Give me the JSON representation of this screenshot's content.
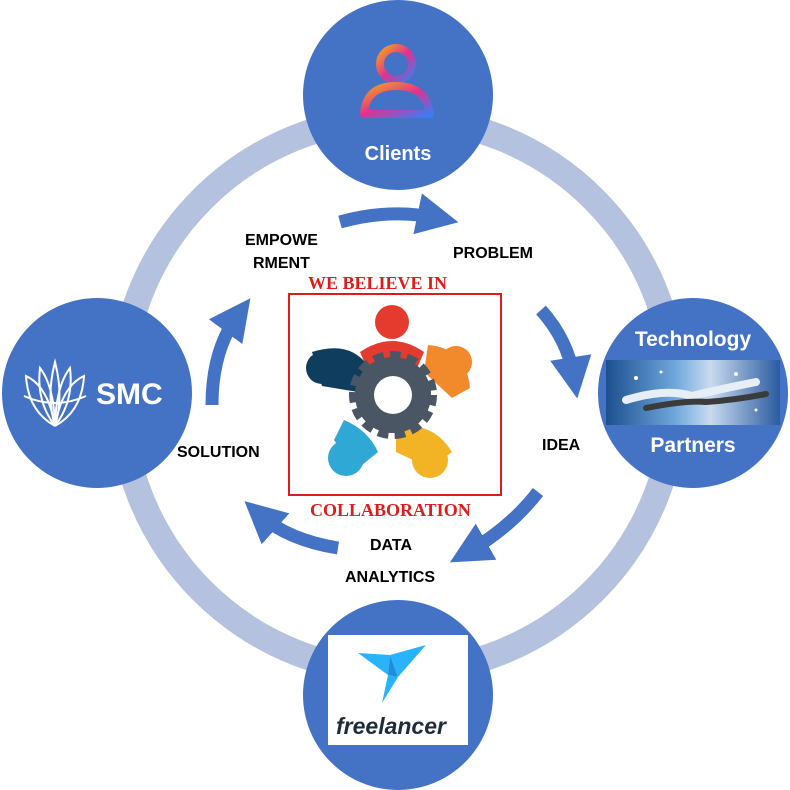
{
  "colors": {
    "node_fill": "#4472C4",
    "ring": "#B4C2E0",
    "arrow": "#4472C4",
    "accent_red": "#E01B1B"
  },
  "nodes": {
    "clients": {
      "label": "Clients",
      "icon": "person-pin-icon"
    },
    "technology": {
      "top_label": "Technology",
      "bottom_label": "Partners",
      "image": "handshake-image"
    },
    "freelancer": {
      "logo_text": "freelancer",
      "icon": "bird-logo-icon"
    },
    "smc": {
      "logo_text": "SMC",
      "icon": "lotus-logo-icon"
    }
  },
  "steps": {
    "empowerment_line1": "EMPOWE",
    "empowerment_line2": "RMENT",
    "problem": "PROBLEM",
    "idea": "IDEA",
    "data_line1": "DATA",
    "data_line2": "ANALYTICS",
    "solution": "SOLUTION"
  },
  "center": {
    "heading": "WE BELIEVE IN",
    "footer": "COLLABORATION",
    "icon": "teamwork-gear-icon"
  }
}
